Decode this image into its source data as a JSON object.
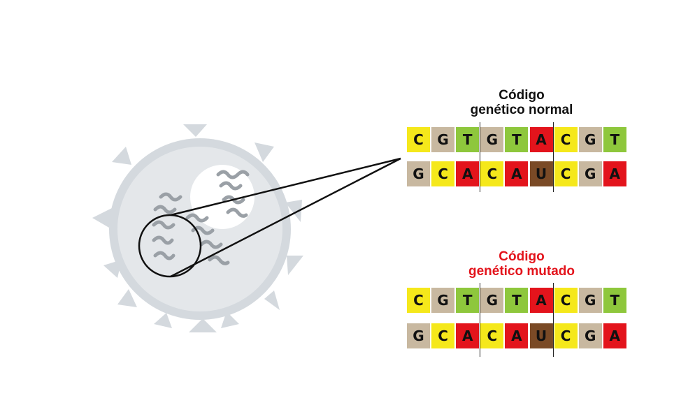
{
  "colors": {
    "C": "#f5e81b",
    "G": "#c8b8a0",
    "T": "#8ec73c",
    "A": "#e3141c",
    "U": "#7a4a26",
    "virus_body": "#d4d9de",
    "virus_ring": "#e2e5e8",
    "rna": "#9aa0a6",
    "normal_title": "#111111",
    "mutated_title": "#e3141c"
  },
  "normal": {
    "title_line1": "Código",
    "title_line2": "genético normal",
    "top": [
      "C",
      "G",
      "T",
      "G",
      "T",
      "A",
      "C",
      "G",
      "T"
    ],
    "bottom": [
      "G",
      "C",
      "A",
      "C",
      "A",
      "U",
      "C",
      "G",
      "A"
    ]
  },
  "mutated": {
    "title_line1": "Código",
    "title_line2": "genético mutado",
    "top": [
      "C",
      "G",
      "T",
      "G",
      "T",
      "A",
      "C",
      "G",
      "T"
    ],
    "bottom": [
      "G",
      "C",
      "A",
      "C",
      "A",
      "U",
      "C",
      "G",
      "A"
    ]
  }
}
